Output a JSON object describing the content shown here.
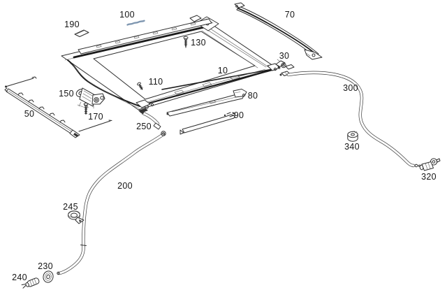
{
  "diagram": {
    "kind": "exploded-parts-diagram",
    "subject": "sliding sunroof frame assembly with drain hoses",
    "background_color": "#ffffff",
    "line_color": "#2e2e2e",
    "highlight_color": "#7e96b0",
    "parts": [
      {
        "label": "100",
        "name": "highlighted-seal-strip"
      },
      {
        "label": "190",
        "name": "clip"
      },
      {
        "label": "70",
        "name": "rear-guide-rail"
      },
      {
        "label": "130",
        "name": "screw"
      },
      {
        "label": "30",
        "name": "bracket"
      },
      {
        "label": "10",
        "name": "sunroof-frame"
      },
      {
        "label": "300",
        "name": "rear-drain-hose"
      },
      {
        "label": "110",
        "name": "screw"
      },
      {
        "label": "150",
        "name": "drive-motor"
      },
      {
        "label": "80",
        "name": "deflector-rail"
      },
      {
        "label": "50",
        "name": "side-drip-rail"
      },
      {
        "label": "170",
        "name": "screw"
      },
      {
        "label": "90",
        "name": "slide-rail"
      },
      {
        "label": "250",
        "name": "hose-elbow"
      },
      {
        "label": "340",
        "name": "grommet"
      },
      {
        "label": "320",
        "name": "hose-connector"
      },
      {
        "label": "200",
        "name": "front-drain-hose"
      },
      {
        "label": "245",
        "name": "hose-clamp"
      },
      {
        "label": "230",
        "name": "grommet"
      },
      {
        "label": "240",
        "name": "hose-connector"
      }
    ]
  }
}
